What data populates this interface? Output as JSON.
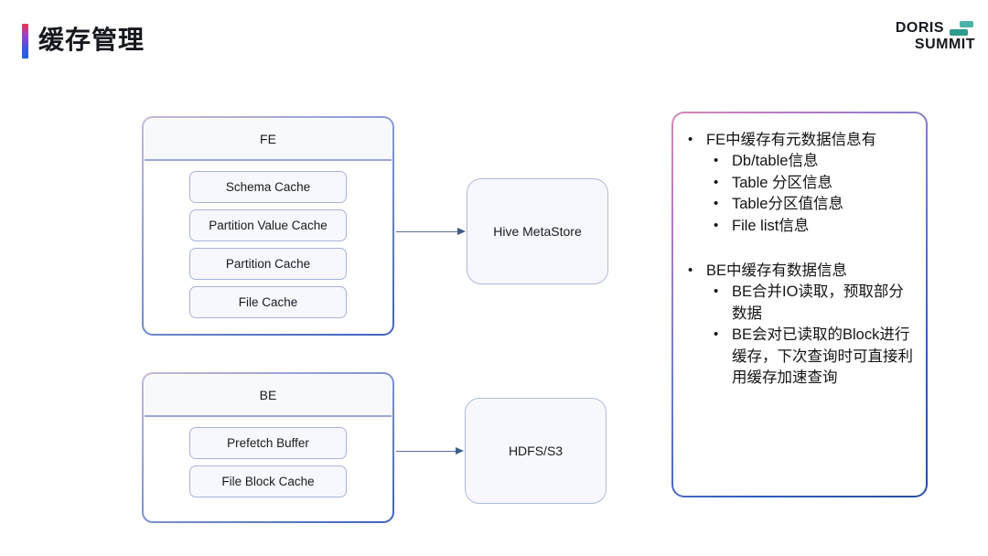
{
  "header": {
    "title": "缓存管理",
    "logo": {
      "line1": "DORIS",
      "line2": "SUMMIT"
    }
  },
  "diagram": {
    "groups": [
      {
        "id": "fe",
        "header": "FE",
        "items": [
          "Schema Cache",
          "Partition Value Cache",
          "Partition Cache",
          "File Cache"
        ]
      },
      {
        "id": "be",
        "header": "BE",
        "items": [
          "Prefetch Buffer",
          "File Block Cache"
        ]
      }
    ],
    "storage_nodes": [
      {
        "id": "hive-metastore",
        "label": "Hive MetaStore"
      },
      {
        "id": "hdfs-s3",
        "label": "HDFS/S3"
      }
    ],
    "arrows": [
      {
        "id": "fe-to-hive-metastore",
        "from": "FE",
        "to": "Hive MetaStore"
      },
      {
        "id": "be-to-hdfs-s3",
        "from": "BE",
        "to": "HDFS/S3"
      }
    ]
  },
  "notes": {
    "groups": [
      {
        "heading": "FE中缓存有元数据信息有",
        "items": [
          "Db/table信息",
          "Table 分区信息",
          "Table分区值信息",
          "File list信息"
        ]
      },
      {
        "heading": "BE中缓存有数据信息",
        "items": [
          "BE合并IO读取，预取部分数据",
          "BE会对已读取的Block进行缓存，下次查询时可直接利用缓存加速查询"
        ]
      }
    ]
  },
  "colors": {
    "accent_start": "#e8384f",
    "accent_end": "#1f62d8",
    "node_border": "#a9b2dd",
    "node_fill": "#f6f8fd",
    "arrow": "#3f5c86",
    "logo_mark": "#2d9b8e"
  }
}
